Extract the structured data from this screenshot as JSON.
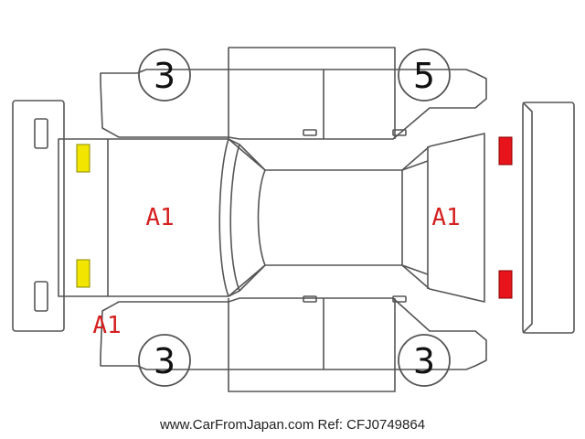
{
  "tire_ratings": {
    "front_left": "3",
    "rear_left": "5",
    "front_right": "3",
    "rear_right": "3"
  },
  "damage_marks": {
    "hood": "A1",
    "rear_glass": "A1",
    "front_bumper_corner": "A1"
  },
  "lamp_markers": [
    {
      "name": "front-left-lamp",
      "color": "#f2e600"
    },
    {
      "name": "front-right-lamp",
      "color": "#f2e600"
    },
    {
      "name": "rear-left-lamp",
      "color": "#e8141c"
    },
    {
      "name": "rear-right-lamp",
      "color": "#e8141c"
    }
  ],
  "colors": {
    "outline": "#555555",
    "mark_text": "#d42020",
    "background": "#ffffff"
  },
  "footer": {
    "source": "www.CarFromJapan.com Ref: CFJ0749864"
  }
}
